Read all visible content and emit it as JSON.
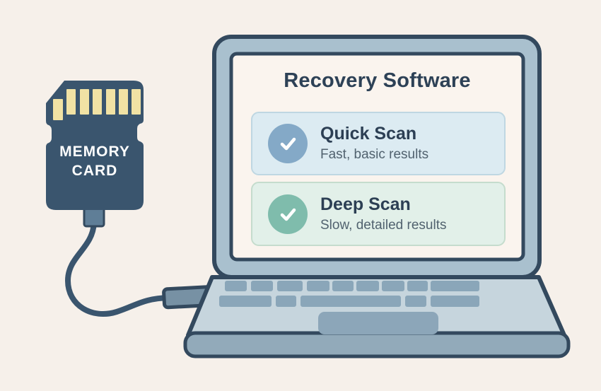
{
  "illustration": {
    "memory_card": {
      "label": "MEMORY CARD",
      "body_color": "#3a556e",
      "pin_color": "#f1e2a4"
    },
    "laptop": {
      "screen_title": "Recovery Software",
      "options": [
        {
          "name": "Quick Scan",
          "description": "Fast, basic results",
          "icon": "check-icon",
          "accent_color": "#84a9c7",
          "background_color": "#dcebf2",
          "border_color": "#bfd7e2"
        },
        {
          "name": "Deep Scan",
          "description": "Slow, detailed results",
          "icon": "check-icon",
          "accent_color": "#7fbcac",
          "background_color": "#e2f0e9",
          "border_color": "#c5dccd"
        }
      ]
    },
    "colors": {
      "page_background": "#f6f0ea",
      "outline": "#33495e",
      "laptop_bezel": "#a9c0ce",
      "laptop_deck": "#c6d5dd",
      "laptop_keys": "#8aa6b9",
      "laptop_base_edge": "#92aaba",
      "screen_background": "#faf4ee",
      "title_text": "#2d4156",
      "description_text": "#51626f",
      "cable": "#3a556e"
    }
  }
}
